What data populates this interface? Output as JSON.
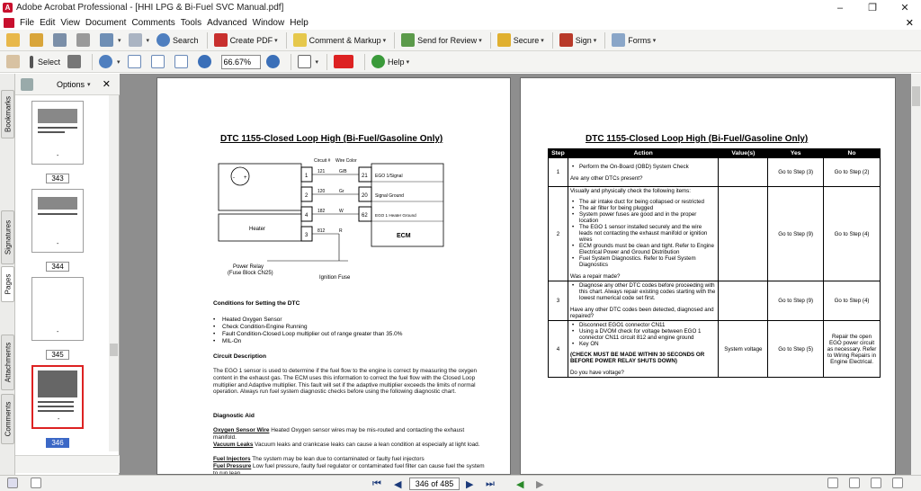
{
  "window": {
    "title": "Adobe Acrobat Professional - [HHI LPG & Bi-Fuel SVC Manual.pdf]",
    "controls": [
      "–",
      "❐",
      "✕"
    ]
  },
  "menu": [
    "File",
    "Edit",
    "View",
    "Document",
    "Comments",
    "Tools",
    "Advanced",
    "Window",
    "Help"
  ],
  "toolbar1": {
    "search": "Search",
    "create_pdf": "Create PDF",
    "comment_markup": "Comment & Markup",
    "send_review": "Send for Review",
    "secure": "Secure",
    "sign": "Sign",
    "forms": "Forms"
  },
  "toolbar2": {
    "select": "Select",
    "zoom_value": "66.67%",
    "help": "Help"
  },
  "side_tabs": [
    "Bookmarks",
    "Signatures",
    "Pages",
    "Attachments",
    "Comments"
  ],
  "pages_panel": {
    "options": "Options",
    "thumb_labels": [
      "343",
      "344",
      "345",
      "346"
    ],
    "thumb_dash": "-"
  },
  "status": {
    "page_box": "346 of 485"
  },
  "left_page": {
    "title": "DTC 1155-Closed Loop High (Bi-Fuel/Gasoline Only)",
    "diagram": {
      "circuit_hdr": "Circuit #",
      "wire_hdr": "Wire Color",
      "pins_left": [
        "1",
        "2",
        "4",
        "3"
      ],
      "circuits": [
        "121",
        "120",
        "182",
        "812"
      ],
      "colors": [
        "G/B",
        "Gr",
        "W",
        "R"
      ],
      "pins_right": [
        "21",
        "20",
        "62"
      ],
      "signals": [
        "EGO 1/Signal",
        "Signal Ground",
        "EGO 1 Heater Ground"
      ],
      "heater": "Heater",
      "ecm": "ECM",
      "power_relay": "Power Relay",
      "fuse_block": "(Fuse Block CN25)",
      "ignition_fuse": "Ignition Fuse"
    },
    "conditions_head": "Conditions for Setting the DTC",
    "conditions": [
      "Heated Oxygen Sensor",
      "Check Condition-Engine Running",
      "Fault Condition-Closed Loop multiplier out of range greater than 35.0%",
      "MIL-On"
    ],
    "circuit_head": "Circuit Description",
    "circuit_text": "The EGO 1 sensor is used to determine if the fuel flow to the engine is correct by measuring the oxygen content in the exhaust gas. The ECM uses this information to correct the fuel flow with the Closed Loop multiplier and Adaptive multiplier. This fault will set if the adaptive multiplier exceeds the limits of normal operation. Always run fuel system diagnostic checks before using the following diagnostic chart.",
    "aid_head": "Diagnostic Aid",
    "aids": [
      {
        "term": "Oxygen Sensor Wire",
        "text": " Heated Oxygen sensor wires may be mis-routed and contacting the exhaust manifold."
      },
      {
        "term": "Vacuum Leaks",
        "text": "  Vacuum leaks and crankcase leaks can cause a lean condition at especially at light load."
      },
      {
        "term": "Fuel Injectors",
        "text": "  The system may be lean due to contaminated or faulty fuel injectors"
      },
      {
        "term": "Fuel Pressure",
        "text": " Low fuel pressure, faulty fuel regulator or contaminated fuel filter can cause fuel the system to run lean"
      }
    ]
  },
  "right_page": {
    "title": "DTC 1155-Closed Loop High (Bi-Fuel/Gasoline Only)",
    "headers": [
      "Step",
      "Action",
      "Value(s)",
      "Yes",
      "No"
    ],
    "rows": [
      {
        "step": "1",
        "intro": "",
        "bullets": [
          "Perform the On-Board (OBD) System Check"
        ],
        "extra": "",
        "question": "Are any other DTCs present?",
        "value": "",
        "yes": "Go to Step (3)",
        "no": "Go to Step (2)"
      },
      {
        "step": "2",
        "intro": "Visually and physically check the following items:",
        "bullets": [
          "The air intake duct for being collapsed or restricted",
          "The air filter for being plugged",
          "System power fuses are good and in the proper location",
          "The EGO 1 sensor installed securely and the wire leads not contacting the exhaust manifold or ignition wires",
          "ECM grounds must be clean and tight. Refer to Engine Electrical Power and Ground Distribution",
          "Fuel System Diagnostics. Refer to Fuel System Diagnostics"
        ],
        "extra": "",
        "question": "Was a repair made?",
        "value": "",
        "yes": "Go to Step (9)",
        "no": "Go to Step (4)"
      },
      {
        "step": "3",
        "intro": "",
        "bullets": [
          "Diagnose any other DTC codes before proceeding with this chart. Always repair existing codes starting with the lowest numerical code set first."
        ],
        "extra": "",
        "question": "Have any other DTC codes been detected, diagnosed and repaired?",
        "value": "",
        "yes": "Go to Step (9)",
        "no": "Go to Step (4)"
      },
      {
        "step": "4",
        "intro": "",
        "bullets": [
          "Disconnect EGO1 connector CN11",
          "Using a DVOM check for voltage between EGO 1 connector CN11 circuit 812 and engine ground",
          "Key ON"
        ],
        "extra": "(CHECK MUST BE MADE WITHIN 30 SECONDS OR BEFORE POWER RELAY SHUTS DOWN)",
        "question": "Do you have voltage?",
        "value": "System voltage",
        "yes": "Go to Step (5)",
        "no": "Repair the open EGO power circuit as necessary. Refer to Wiring Repairs in Engine Electrical."
      }
    ]
  }
}
